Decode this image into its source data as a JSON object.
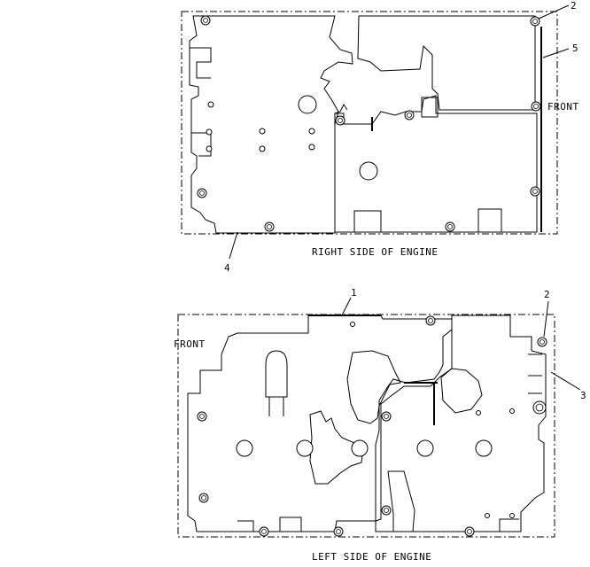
{
  "top_view": {
    "caption": "RIGHT SIDE OF ENGINE",
    "front_label": "FRONT",
    "callouts": {
      "c2": "2",
      "c5": "5",
      "c4": "4"
    }
  },
  "bottom_view": {
    "caption": "LEFT SIDE OF ENGINE",
    "front_label": "FRONT",
    "callouts": {
      "c1": "1",
      "c2": "2",
      "c3": "3"
    }
  }
}
